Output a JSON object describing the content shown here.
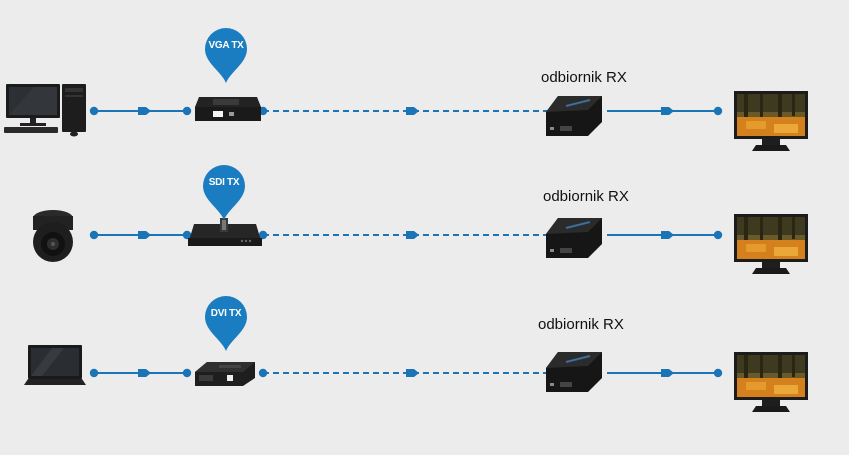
{
  "colors": {
    "background": "#ececec",
    "link": "#1a74b5",
    "pin": "#1a7cc1",
    "device": "#1e1e1e"
  },
  "rows": [
    {
      "source": "desktop-computer",
      "transmitter_label": "VGA TX",
      "receiver_label": "odbiornik RX",
      "display": "monitor"
    },
    {
      "source": "dome-camera",
      "transmitter_label": "SDI TX",
      "receiver_label": "odbiornik RX",
      "display": "monitor"
    },
    {
      "source": "laptop",
      "transmitter_label": "DVI TX",
      "receiver_label": "odbiornik RX",
      "display": "monitor"
    }
  ]
}
